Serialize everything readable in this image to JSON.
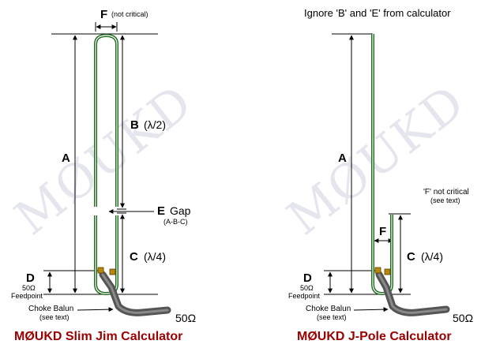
{
  "left": {
    "label_f": "F",
    "label_f_note": "(not critical)",
    "label_b": "B",
    "label_b_note": "(λ/2)",
    "label_a": "A",
    "label_e": "E",
    "label_e_note": "Gap",
    "label_e_sub": "(A-B-C)",
    "label_c": "C",
    "label_c_note": "(λ/4)",
    "label_d": "D",
    "feed_line1": "50Ω",
    "feed_line2": "Feedpoint",
    "balun_line1": "Choke Balun",
    "balun_line2": "(see text)",
    "coax_impedance": "50Ω",
    "title": "MØUKD Slim Jim Calculator",
    "watermark": "MØUKD"
  },
  "right": {
    "note_top": "Ignore 'B' and 'E' from calculator",
    "label_a": "A",
    "label_f_inline": "F",
    "f_note_q": "'F'",
    "f_note_rest": " not critical",
    "f_note_sub": "(see text)",
    "label_f": "F",
    "label_c": "C",
    "label_c_note": "(λ/4)",
    "label_d": "D",
    "feed_line1": "50Ω",
    "feed_line2": "Feedpoint",
    "balun_line1": "Choke Balun",
    "balun_line2": "(see text)",
    "coax_impedance": "50Ω",
    "title": "MØUKD J-Pole Calculator",
    "watermark": "MØUKD"
  },
  "colors": {
    "element_green": "#1e6b1e",
    "title_red": "#990000",
    "coax_gray": "#555555",
    "feed_gold": "#b8860b"
  }
}
